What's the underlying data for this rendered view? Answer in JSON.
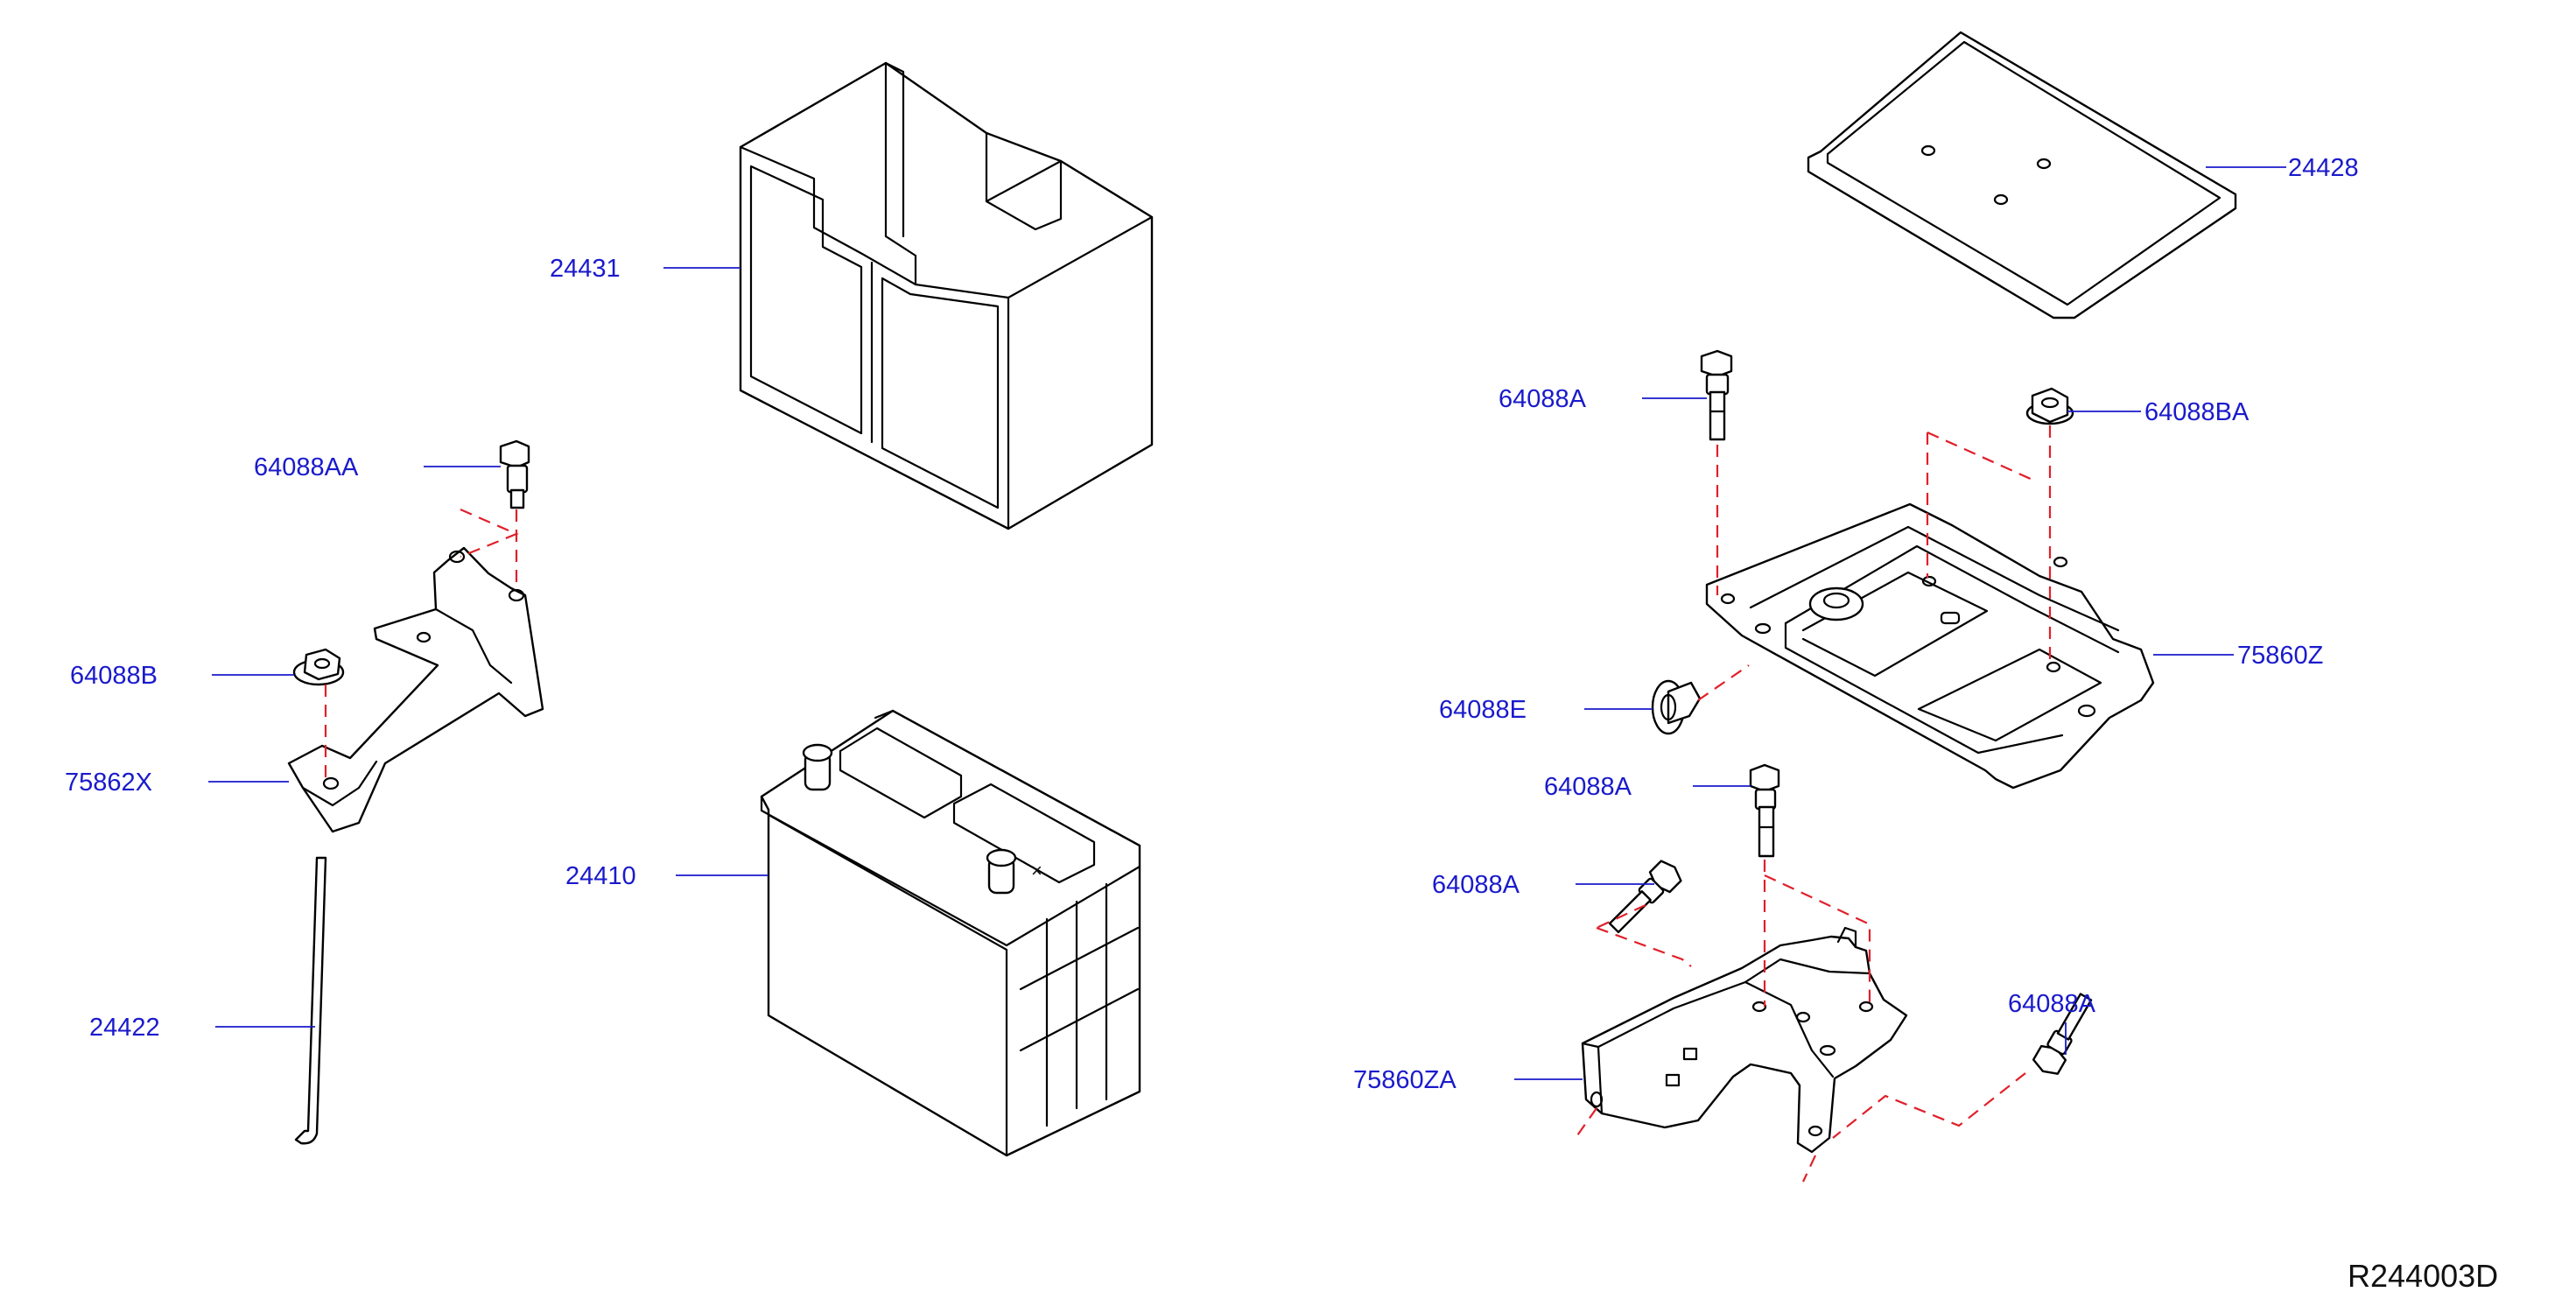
{
  "diagram": {
    "callouts": {
      "c24431": "24431",
      "c24428": "24428",
      "c64088AA": "64088AA",
      "c64088A_top": "64088A",
      "c64088BA": "64088BA",
      "c64088B": "64088B",
      "c75860Z": "75860Z",
      "c75862X": "75862X",
      "c64088E": "64088E",
      "c64088A_mid": "64088A",
      "c24410": "24410",
      "c64088A_left": "64088A",
      "c24422": "24422",
      "c64088A_right": "64088A",
      "c75860ZA": "75860ZA"
    },
    "reference_code": "R244003D",
    "colors": {
      "callout_text": "#1a1acc",
      "hidden_line": "#e0202a",
      "part_outline": "#000000"
    }
  }
}
